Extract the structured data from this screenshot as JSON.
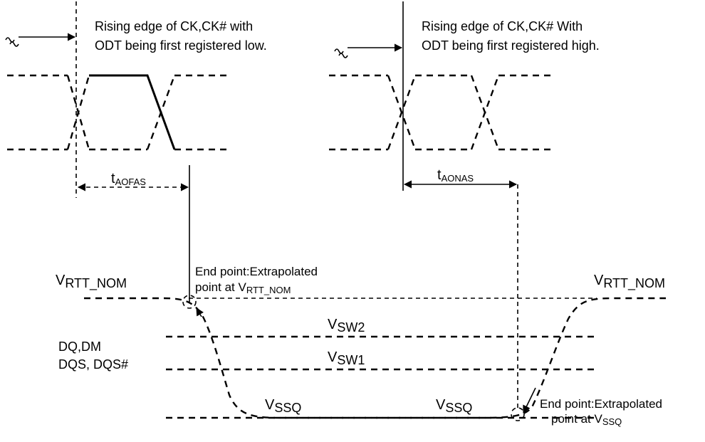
{
  "left_note": {
    "line1": "Rising edge of CK,CK# with",
    "line2": "ODT being first registered low."
  },
  "right_note": {
    "line1": "Rising edge of CK,CK# With",
    "line2": "ODT being first registered high."
  },
  "t_aofas": {
    "main": "t",
    "sub": "AOFAS"
  },
  "t_aonas": {
    "main": "t",
    "sub": "AONAS"
  },
  "endpoint_top": {
    "line1": "End point:Extrapolated",
    "line2_main": "point at V",
    "line2_sub": "RTT_NOM"
  },
  "endpoint_bottom": {
    "line1": "End point:Extrapolated",
    "line2_main": "point at V",
    "line2_sub": "SSQ"
  },
  "vrtt_left": {
    "main": "V",
    "sub": "RTT_NOM"
  },
  "vrtt_right": {
    "main": "V",
    "sub": "RTT_NOM"
  },
  "vsw2": {
    "main": "V",
    "sub": "SW2"
  },
  "vsw1": {
    "main": "V",
    "sub": "SW1"
  },
  "vssq_left": {
    "main": "V",
    "sub": "SSQ"
  },
  "vssq_right": {
    "main": "V",
    "sub": "SSQ"
  },
  "signal_label": {
    "line1": "DQ,DM",
    "line2": "DQS, DQS#"
  }
}
